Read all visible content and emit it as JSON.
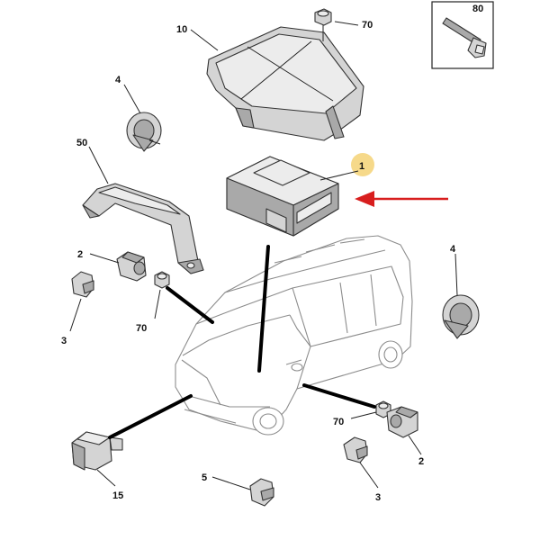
{
  "colors": {
    "callout_highlight": "#f6d98a",
    "arrow": "#d81e1e",
    "outline": "#333333"
  },
  "labels": {
    "part_80": "80",
    "part_10": "10",
    "part_70_top": "70",
    "part_4_left": "4",
    "part_1": "1",
    "part_50": "50",
    "part_2_left": "2",
    "part_3_left": "3",
    "part_70_left": "70",
    "part_4_right": "4",
    "part_70_right": "70",
    "part_2_right": "2",
    "part_3_right": "3",
    "part_5": "5",
    "part_15": "15"
  }
}
